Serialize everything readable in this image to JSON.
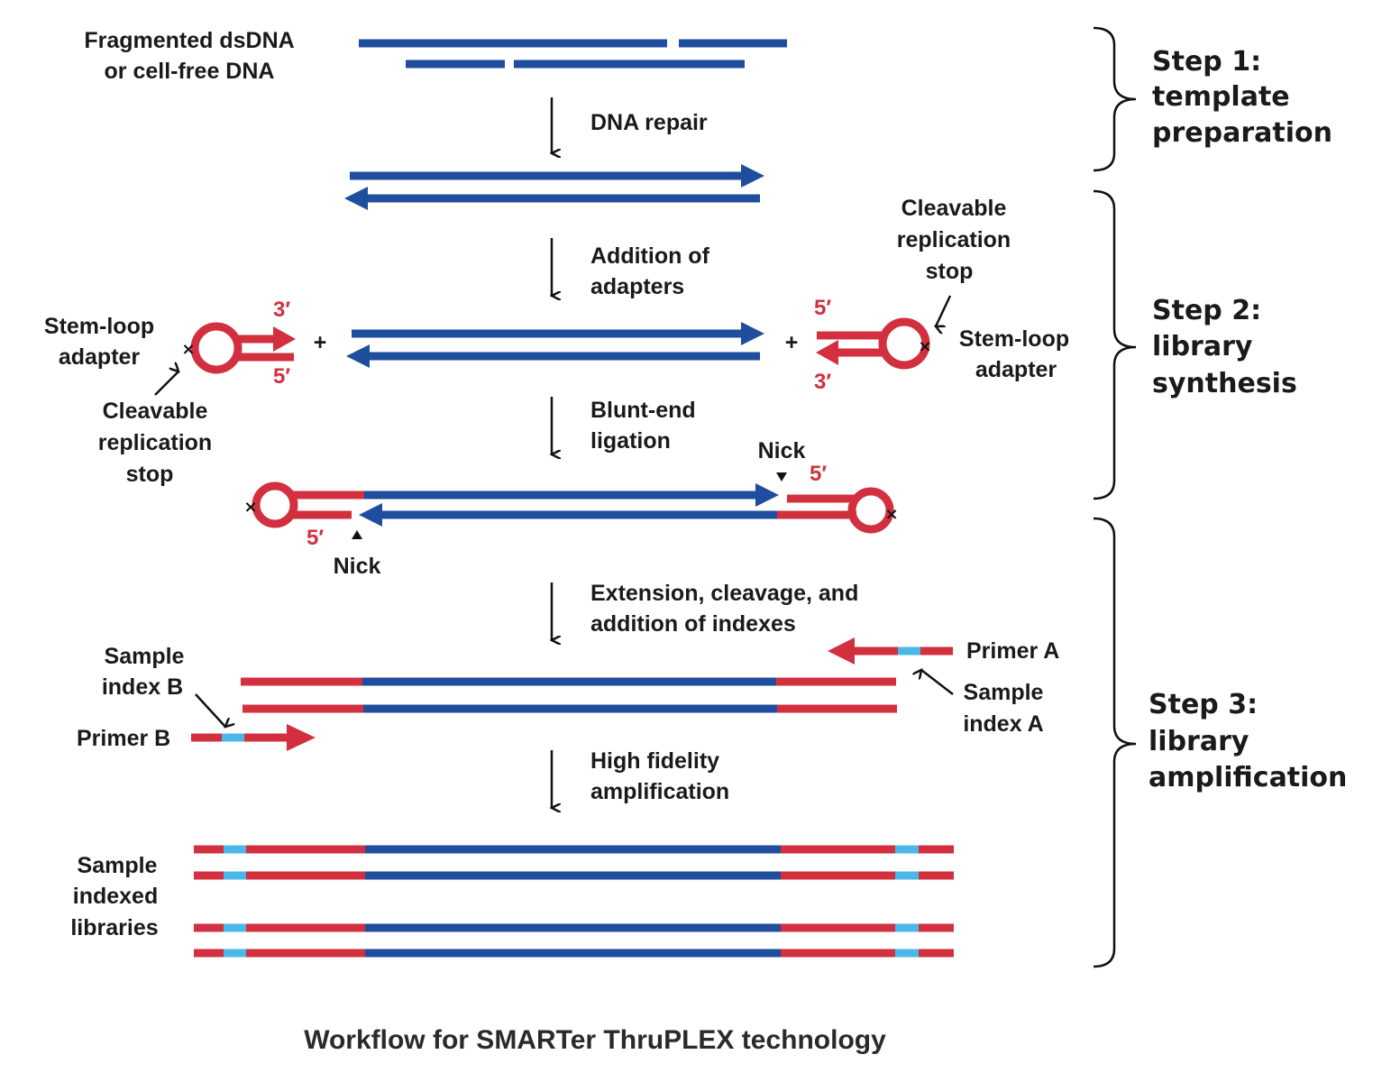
{
  "colors": {
    "dna_blue": "#1f4e9e",
    "adapter_red": "#d2303f",
    "index_cyan": "#4bb8e8",
    "text": "#1a1a1a"
  },
  "input": {
    "label_line1": "Fragmented dsDNA",
    "label_line2": "or cell-free DNA"
  },
  "process_steps": [
    {
      "line1": "DNA repair",
      "line2": ""
    },
    {
      "line1": "Addition of",
      "line2": "adapters"
    },
    {
      "line1": "Blunt-end",
      "line2": "ligation"
    },
    {
      "line1": "Extension, cleavage, and",
      "line2": "addition  of indexes"
    },
    {
      "line1": "High fidelity",
      "line2": "amplification"
    }
  ],
  "stages": [
    {
      "title": "Step 1:",
      "line2": "template",
      "line3": "preparation"
    },
    {
      "title": "Step 2:",
      "line2": "library",
      "line3": "synthesis"
    },
    {
      "title": "Step 3:",
      "line2": "library",
      "line3": "amplification"
    }
  ],
  "adapters": {
    "left_label_line1": "Stem-loop",
    "left_label_line2": "adapter",
    "right_label_line1": "Stem-loop",
    "right_label_line2": "adapter",
    "cleavable_line1": "Cleavable",
    "cleavable_line2": "replication",
    "cleavable_line3": "stop",
    "plus": "+",
    "three_prime": "3′",
    "five_prime": "5′"
  },
  "ligation": {
    "nick": "Nick",
    "five_prime": "5′"
  },
  "indexing": {
    "sample_index_b_line1": "Sample",
    "sample_index_b_line2": "index B",
    "primer_b": "Primer B",
    "primer_a": "Primer A",
    "sample_index_a_line1": "Sample",
    "sample_index_a_line2": "index A"
  },
  "output": {
    "label_line1": "Sample",
    "label_line2": "indexed",
    "label_line3": "libraries",
    "library_count": 4
  },
  "caption": "Workflow for SMARTer ThruPLEX technology"
}
